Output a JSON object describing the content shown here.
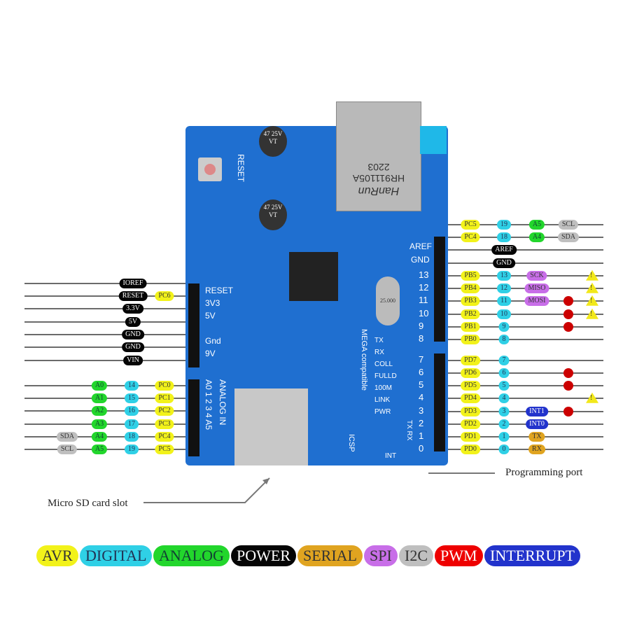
{
  "left_rows": [
    {
      "labels": [
        {
          "t": "IOREF",
          "c": "power"
        }
      ]
    },
    {
      "labels": [
        {
          "t": "RESET",
          "c": "power"
        },
        {
          "t": "PC6",
          "c": "avr"
        }
      ]
    },
    {
      "labels": [
        {
          "t": "3.3V",
          "c": "power"
        }
      ]
    },
    {
      "labels": [
        {
          "t": "5V",
          "c": "power"
        }
      ]
    },
    {
      "labels": [
        {
          "t": "GND",
          "c": "power"
        }
      ]
    },
    {
      "labels": [
        {
          "t": "GND",
          "c": "power"
        }
      ]
    },
    {
      "labels": [
        {
          "t": "VIN",
          "c": "power"
        }
      ]
    },
    {
      "labels": [
        {
          "t": "A0",
          "c": "analog"
        },
        {
          "t": "14",
          "c": "digital"
        },
        {
          "t": "PC0",
          "c": "avr"
        }
      ]
    },
    {
      "labels": [
        {
          "t": "A1",
          "c": "analog"
        },
        {
          "t": "15",
          "c": "digital"
        },
        {
          "t": "PC1",
          "c": "avr"
        }
      ]
    },
    {
      "labels": [
        {
          "t": "A2",
          "c": "analog"
        },
        {
          "t": "16",
          "c": "digital"
        },
        {
          "t": "PC2",
          "c": "avr"
        }
      ]
    },
    {
      "labels": [
        {
          "t": "A3",
          "c": "analog"
        },
        {
          "t": "17",
          "c": "digital"
        },
        {
          "t": "PC3",
          "c": "avr"
        }
      ]
    },
    {
      "labels": [
        {
          "t": "SDA",
          "c": "i2c"
        },
        {
          "t": "A4",
          "c": "analog"
        },
        {
          "t": "18",
          "c": "digital"
        },
        {
          "t": "PC4",
          "c": "avr"
        }
      ]
    },
    {
      "labels": [
        {
          "t": "SCL",
          "c": "i2c"
        },
        {
          "t": "A5",
          "c": "analog"
        },
        {
          "t": "19",
          "c": "digital"
        },
        {
          "t": "PC5",
          "c": "avr"
        }
      ]
    }
  ],
  "right_rows": [
    {
      "labels": [
        "PC5",
        "19",
        "A5",
        "SCL"
      ],
      "cls": [
        "avr",
        "digital",
        "analog",
        "i2c"
      ]
    },
    {
      "labels": [
        "PC4",
        "18",
        "A4",
        "SDA"
      ],
      "cls": [
        "avr",
        "digital",
        "analog",
        "i2c"
      ]
    },
    {
      "labels": [
        "",
        "AREF"
      ],
      "cls": [
        "",
        "power"
      ]
    },
    {
      "labels": [
        "",
        "GND"
      ],
      "cls": [
        "",
        "power"
      ]
    },
    {
      "labels": [
        "PB5",
        "13",
        "SCK"
      ],
      "cls": [
        "avr",
        "digital",
        "spi"
      ],
      "warn": true
    },
    {
      "labels": [
        "PB4",
        "12",
        "MISO"
      ],
      "cls": [
        "avr",
        "digital",
        "spi"
      ],
      "warn": true
    },
    {
      "labels": [
        "PB3",
        "11",
        "MOSI"
      ],
      "cls": [
        "avr",
        "digital",
        "spi"
      ],
      "pwm": true,
      "warn": true
    },
    {
      "labels": [
        "PB2",
        "10"
      ],
      "cls": [
        "avr",
        "digital"
      ],
      "pwm": true,
      "warn": true
    },
    {
      "labels": [
        "PB1",
        "9"
      ],
      "cls": [
        "avr",
        "digital"
      ],
      "pwm": true
    },
    {
      "labels": [
        "PB0",
        "8"
      ],
      "cls": [
        "avr",
        "digital"
      ]
    },
    {
      "labels": [
        "PD7",
        "7"
      ],
      "cls": [
        "avr",
        "digital"
      ]
    },
    {
      "labels": [
        "PD6",
        "6"
      ],
      "cls": [
        "avr",
        "digital"
      ],
      "pwm": true
    },
    {
      "labels": [
        "PD5",
        "5"
      ],
      "cls": [
        "avr",
        "digital"
      ],
      "pwm": true
    },
    {
      "labels": [
        "PD4",
        "4"
      ],
      "cls": [
        "avr",
        "digital"
      ],
      "warn": true
    },
    {
      "labels": [
        "PD3",
        "3",
        "INT1"
      ],
      "cls": [
        "avr",
        "digital",
        "interrupt"
      ],
      "pwm": true
    },
    {
      "labels": [
        "PD2",
        "2",
        "INT0"
      ],
      "cls": [
        "avr",
        "digital",
        "interrupt"
      ]
    },
    {
      "labels": [
        "PD1",
        "1",
        "TX"
      ],
      "cls": [
        "avr",
        "digital",
        "serial"
      ]
    },
    {
      "labels": [
        "PD0",
        "0",
        "RX"
      ],
      "cls": [
        "avr",
        "digital",
        "serial"
      ]
    }
  ],
  "board": {
    "reset": "RESET",
    "left_header": [
      "RESET",
      "3V3",
      "5V",
      "Gnd",
      "9V"
    ],
    "analog_in": "ANALOG IN",
    "analog_pins": "A0 1 2 3 4 A5",
    "aref": "AREF",
    "gnd": "GND",
    "digital_pins": [
      "13",
      "12",
      "11",
      "10",
      "9",
      "8",
      "7",
      "6",
      "5",
      "4",
      "3",
      "2",
      "1",
      "0"
    ],
    "leds": [
      "TX",
      "RX",
      "COLL",
      "FULLD",
      "100M",
      "LINK",
      "PWR"
    ],
    "mega": "MEGA compatible",
    "icsp": "ICSP",
    "int": "INT",
    "txrx": "TX RX",
    "cap": "47 25V VT",
    "jack_brand": "HanRun",
    "jack_model": "HR911105A",
    "jack_date": "2203",
    "crystal": "25.000"
  },
  "annotations": {
    "programming_port": "Programming port",
    "sd_slot": "Micro SD card slot"
  },
  "legend": [
    {
      "t": "AVR",
      "c": "avr"
    },
    {
      "t": "DIGITAL",
      "c": "digital"
    },
    {
      "t": "ANALOG",
      "c": "analog"
    },
    {
      "t": "POWER",
      "c": "power"
    },
    {
      "t": "SERIAL",
      "c": "serial"
    },
    {
      "t": "SPI",
      "c": "spi"
    },
    {
      "t": "I2C",
      "c": "i2c"
    },
    {
      "t": "PWM",
      "c": "pwm"
    },
    {
      "t": "INTERRUPT",
      "c": "interrupt"
    }
  ]
}
